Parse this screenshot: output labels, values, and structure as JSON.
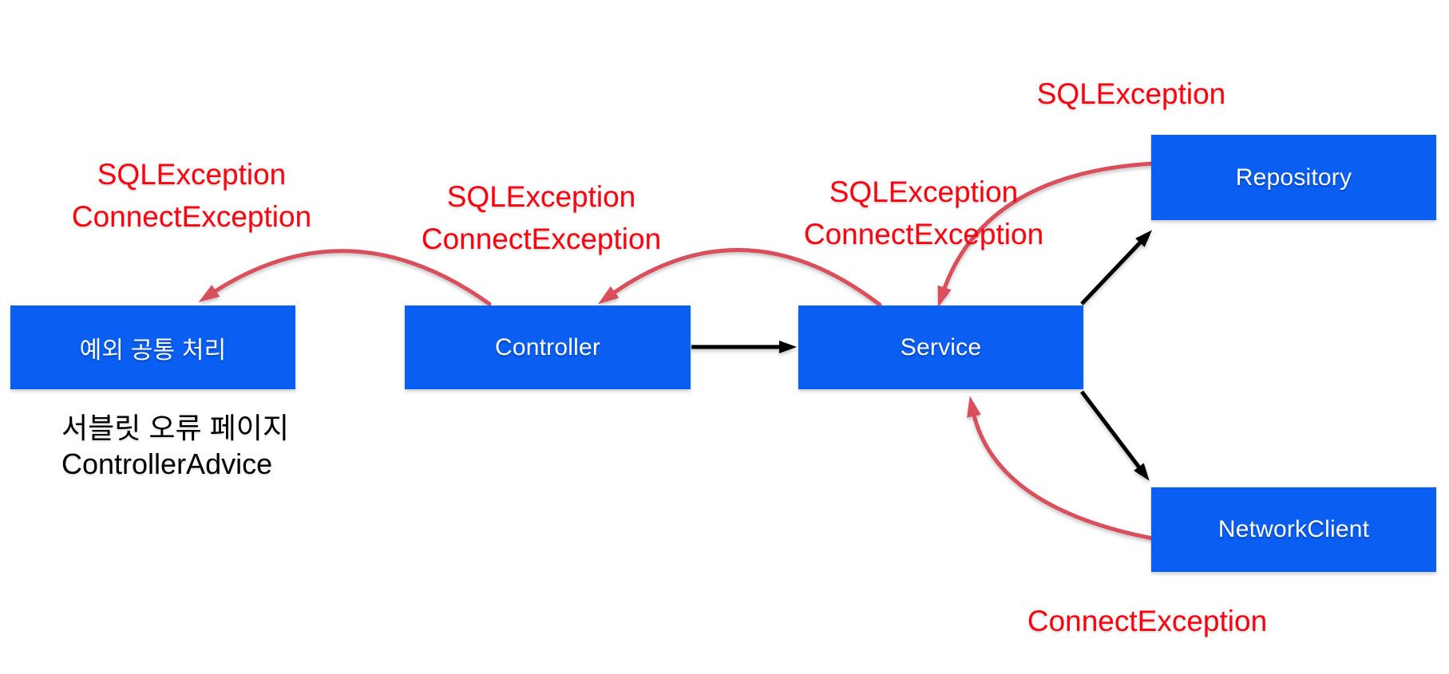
{
  "colors": {
    "background": "#ffffff",
    "node_fill": "#0b5ef2",
    "node_text": "#ffffff",
    "exception_text": "#fa0410",
    "exception_arrow": "#d94f5c",
    "call_arrow": "#000000",
    "note_text": "#000000"
  },
  "nodes": {
    "handler": {
      "label": "예외 공통 처리"
    },
    "controller": {
      "label": "Controller"
    },
    "service": {
      "label": "Service"
    },
    "repository": {
      "label": "Repository"
    },
    "network_client": {
      "label": "NetworkClient"
    }
  },
  "exceptions": {
    "at_handler": {
      "line1": "SQLException",
      "line2": "ConnectException"
    },
    "at_controller": {
      "line1": "SQLException",
      "line2": "ConnectException"
    },
    "at_service": {
      "line1": "SQLException",
      "line2": "ConnectException"
    },
    "at_repository": {
      "line1": "SQLException"
    },
    "at_network_client": {
      "line1": "ConnectException"
    }
  },
  "notes": {
    "line1": "서블릿 오류 페이지",
    "line2": "ControllerAdvice"
  },
  "edges": [
    {
      "kind": "call",
      "from": "controller",
      "to": "service"
    },
    {
      "kind": "call",
      "from": "service",
      "to": "repository"
    },
    {
      "kind": "call",
      "from": "service",
      "to": "network_client"
    },
    {
      "kind": "exception",
      "from": "repository",
      "to": "service"
    },
    {
      "kind": "exception",
      "from": "network_client",
      "to": "service"
    },
    {
      "kind": "exception",
      "from": "service",
      "to": "controller"
    },
    {
      "kind": "exception",
      "from": "controller",
      "to": "handler"
    }
  ]
}
